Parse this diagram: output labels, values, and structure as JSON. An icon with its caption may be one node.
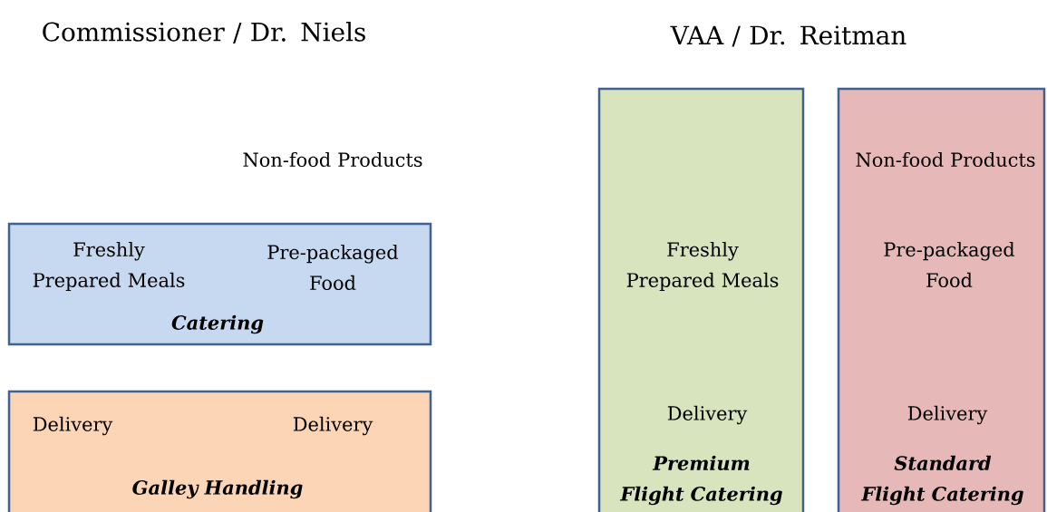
{
  "diagram": {
    "nodes": [
      {
        "text": [
          "Freshly Prepared Meals",
          "Pre-packaged Food",
          "Catering"
        ]
      },
      {
        "text": [
          "Delivery",
          "Delivery",
          "Galley Handling"
        ]
      },
      {
        "text": [
          "Freshly Prepared Meals",
          "Delivery",
          "Premium Flight Catering"
        ]
      },
      {
        "text": [
          "Non-food Products",
          "Pre-packaged Food",
          "Delivery",
          "Standard Flight Catering"
        ]
      }
    ],
    "labels": [
      "Commissioner / Dr. Niels",
      "VAA / Dr. Reitman",
      "Non-food Products"
    ]
  }
}
